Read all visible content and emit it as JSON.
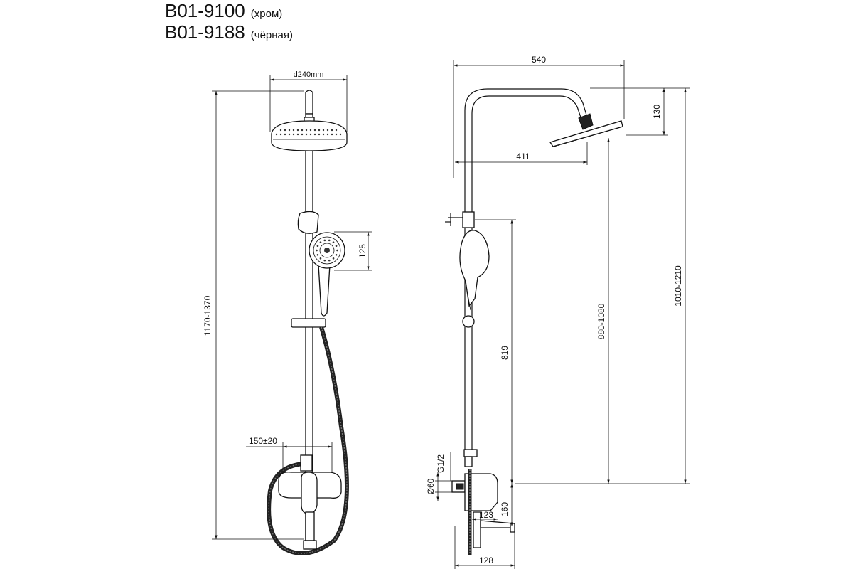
{
  "header": {
    "line1_code": "B01-9100",
    "line1_note": "(хром)",
    "line2_code": "B01-9188",
    "line2_note": "(чёрная)"
  },
  "dimensions": {
    "head_diameter": "d240mm",
    "total_height": "1170-1370",
    "hand_shower": "125",
    "mixer_spacing": "150±20",
    "width_top": "540",
    "head_height": "130",
    "arm_reach": "411",
    "height_right": "1010-1210",
    "height_mid": "880-1080",
    "slide_len": "819",
    "thread": "G1/2",
    "flange_dia": "Ø60",
    "mixer_height": "160",
    "spout_reach": "123",
    "base_depth": "128"
  }
}
